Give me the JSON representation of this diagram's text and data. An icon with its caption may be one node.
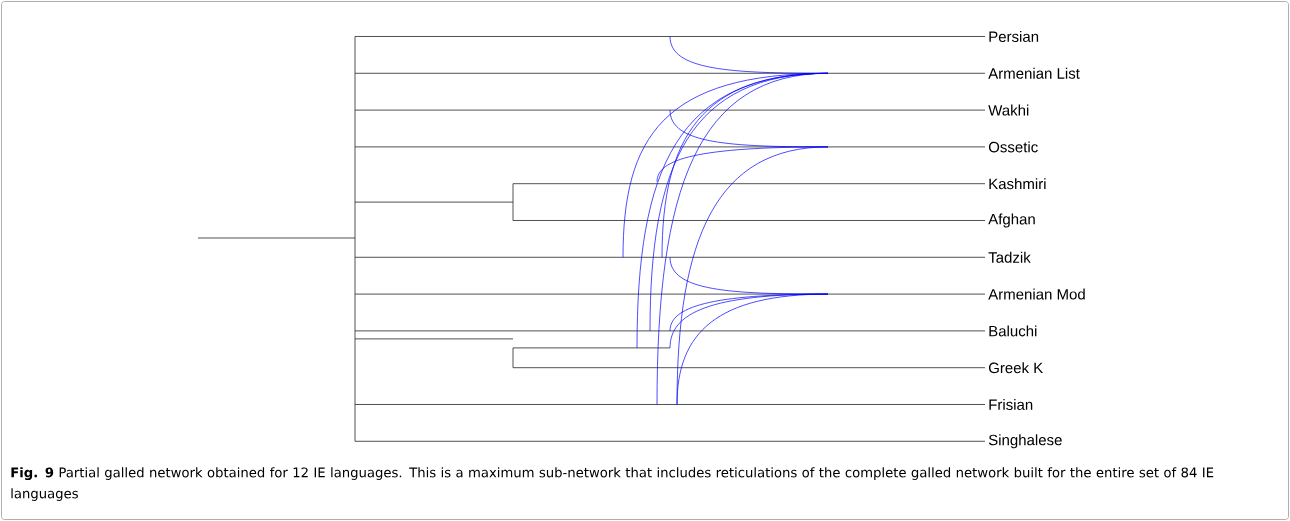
{
  "diagram": {
    "caption": "**Fig. 9** Partial galled network obtained for 12 IE languages. This is a maximum sub-network that includes reticulations of the complete galled network built for the entire set of 84 IE languages",
    "labels": [
      "Persian",
      "Armenian List",
      "Wakhi",
      "Ossetic",
      "Kashmiri",
      "Afghan",
      "Tadzik",
      "Armenian Mod",
      "Baluchi",
      "Greek K",
      "Frisian",
      "Singhalese"
    ]
  }
}
